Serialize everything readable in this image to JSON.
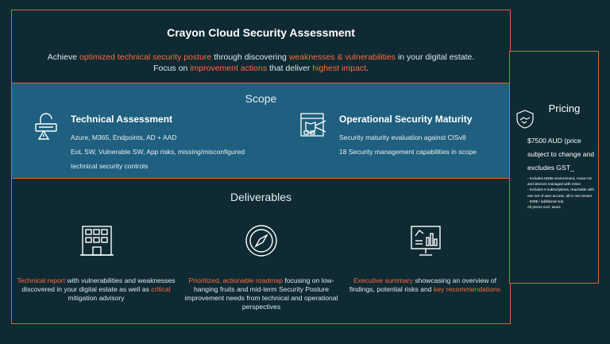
{
  "header": {
    "title": "Crayon Cloud Security Assessment",
    "line1_a": "Achieve ",
    "line1_hl1": "optimized technical security posture",
    "line1_b": " through discovering ",
    "line1_hl2": "weaknesses & vulnerabilities",
    "line1_c": " in your digital estate.",
    "line2_a": "Focus on ",
    "line2_hl1": "improvement actions",
    "line2_b": " that deliver ",
    "line2_hl2": "highest impact",
    "line2_c": "."
  },
  "scope": {
    "heading": "Scope",
    "technical": {
      "title": "Technical Assessment",
      "line1": "Azure, M365, Endpoints, AD + AAD",
      "line2": "EoL SW, Vulnerable SW, App risks, missing/misconfigured",
      "line3": "technical security controls",
      "icon": "unlock-warning-icon"
    },
    "operational": {
      "title": "Operational Security Maturity",
      "line1": "Security maturity evaluation against CISv8",
      "line2": "18 Security management capabilities in scope",
      "icon": "security-dashboard-icon"
    }
  },
  "deliverables": {
    "heading": "Deliverables",
    "report": {
      "hl": "Technical report",
      "a": "  with vulnerabilities and weaknesses discovered in your digital estate as well as ",
      "hl2": "critical",
      "b": " mitigation advisory",
      "icon": "building-icon"
    },
    "roadmap": {
      "hl": "Prioritized, actionable roadmap",
      "a": " focusing on low-hanging fruits and mid-term Security Posture improvement needs from technical and operational perspectives",
      "icon": "compass-icon"
    },
    "summary": {
      "hl": "Executive summary",
      "a": " showcasing an overview of findings, potential risks and ",
      "hl2": "key recommendations",
      "icon": "presentation-chart-icon"
    }
  },
  "pricing": {
    "title": "Pricing",
    "price": "$7500 AUD (price subject to change and excludes GST_",
    "note1": "- Includes M365 environment, Azure AD and devices managed with Intine",
    "note2": "- Includes 5 subscriptions, reachable with one set of user access, all in one tenant",
    "note3": "- 500$ / additional sub.",
    "note4": "All prices excl. taxes",
    "icon": "handshake-shield-icon"
  },
  "colors": {
    "accent": "#ff6a3d",
    "dark": "#0f2a33",
    "scope_bg": "#1f5f7f",
    "border": "#e0603a"
  }
}
